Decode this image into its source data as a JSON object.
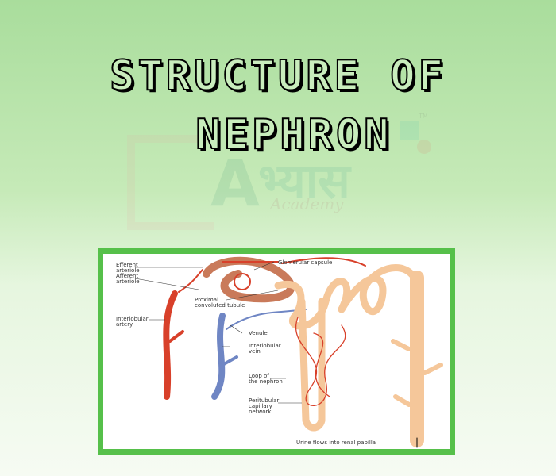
{
  "title": {
    "line1": "STRUCTURE OF",
    "line2": "NEPHRON"
  },
  "watermark": {
    "letter": "A",
    "hindi": "भ्यास",
    "script": "Academy",
    "tm": "TM"
  },
  "diagram": {
    "labels": {
      "efferent": [
        "Efferent",
        "arteriole"
      ],
      "afferent": [
        "Afferent",
        "arteriole"
      ],
      "glomerular": "Glomerular capsule",
      "proximal": [
        "Proximal",
        "convoluted tubule"
      ],
      "artery": [
        "Interlobular",
        "artery"
      ],
      "venule": "Venule",
      "vein": [
        "Interlobular",
        "vein"
      ],
      "loop": [
        "Loop of",
        "the nephron"
      ],
      "peritubular": [
        "Peritubular",
        "capillary",
        "network"
      ],
      "urine": "Urine flows into renal papilla"
    }
  },
  "colors": {
    "frame": "#56c04a",
    "artery": "#d8402a",
    "vein": "#6f86c4",
    "tubule": "#f5c79a"
  }
}
